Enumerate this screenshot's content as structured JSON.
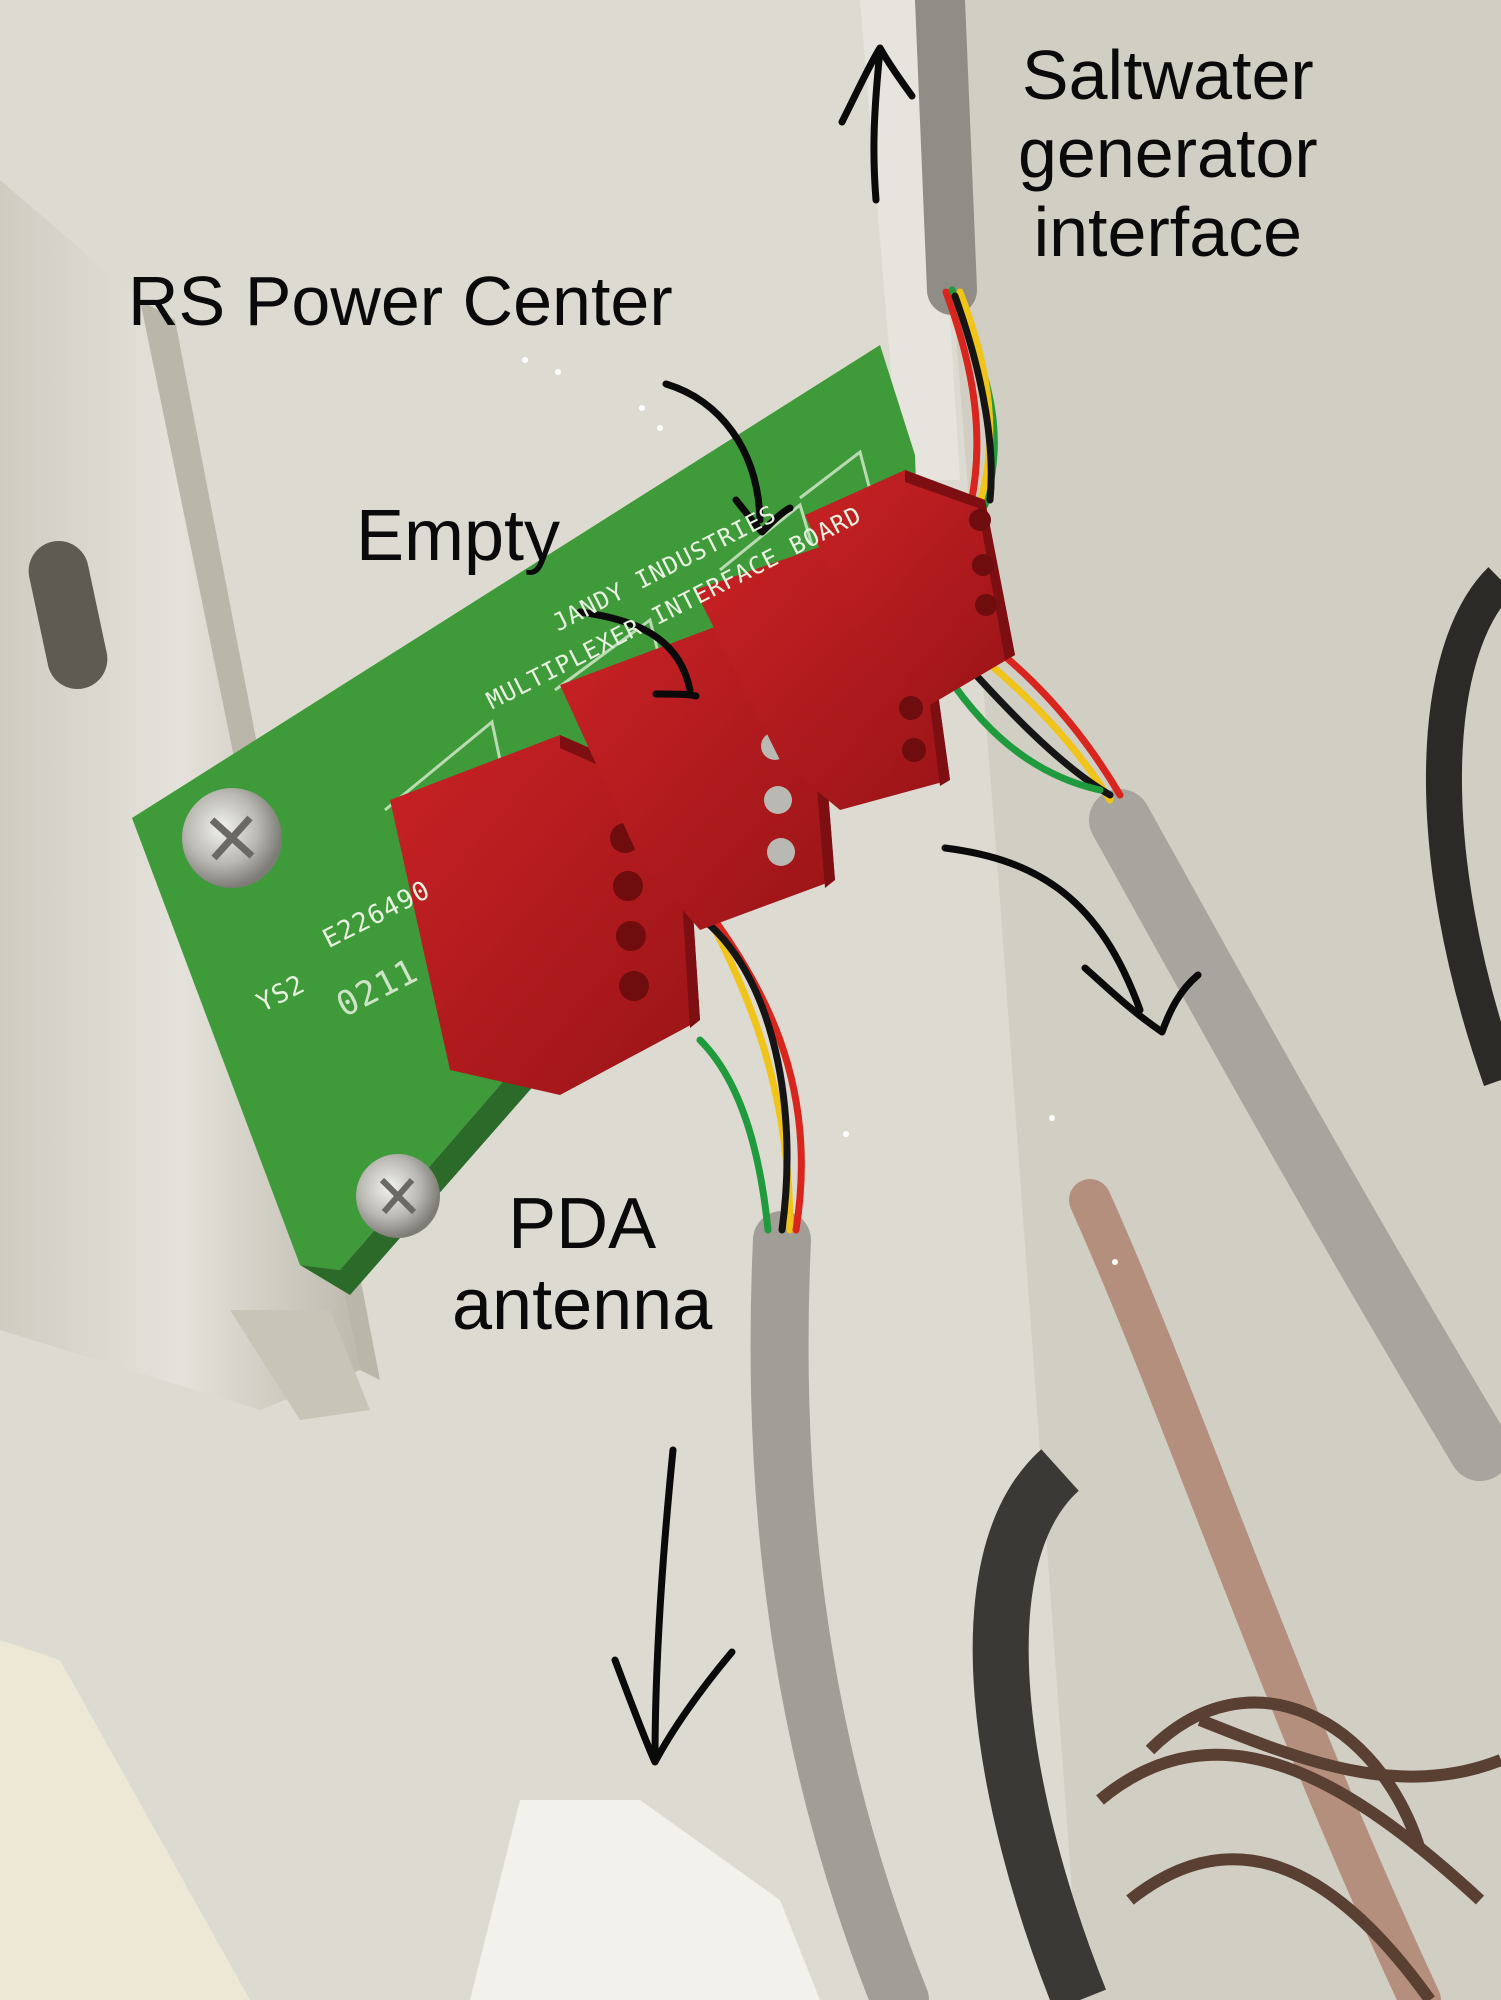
{
  "labels": {
    "rs_power_center": "RS Power Center",
    "empty": "Empty",
    "saltwater": [
      "Saltwater",
      "generator",
      "interface"
    ],
    "pda": [
      "PDA",
      "antenna"
    ]
  },
  "board_text": {
    "line1": "JANDY INDUSTRIES",
    "line2": "MULTIPLEXER INTERFACE BOARD",
    "code1": "YS2",
    "code2": "E226490",
    "code3": "0211"
  },
  "colors": {
    "enclosure": "#d9d6cc",
    "pcb": "#3f9a3a",
    "connector": "#b3191c",
    "cable": "#9a9890",
    "wire_red": "#d8261e",
    "wire_yellow": "#f0c419",
    "wire_green": "#1f9a3c",
    "wire_black": "#151515",
    "ink": "#0a0a0a"
  }
}
